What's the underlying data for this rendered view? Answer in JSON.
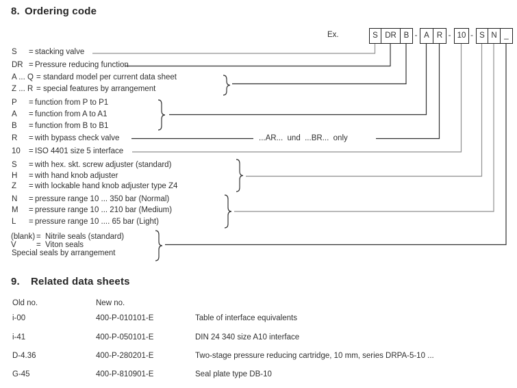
{
  "colors": {
    "line_dark": "#2f2f2f",
    "line_gray": "#8f8f8f",
    "box_border": "#1f1f1f",
    "text": "#2e2e2e"
  },
  "section8": {
    "number": "8.",
    "title": "Ordering code",
    "example_label": "Ex.",
    "separator": "-",
    "boxes": [
      "S",
      "DR",
      "B",
      "A",
      "R",
      "10",
      "S",
      "N",
      "_"
    ],
    "equals": "=",
    "note": "...AR...  und  ...BR...  only",
    "rows": [
      {
        "code": "S",
        "text": "stacking valve"
      },
      {
        "code": "DR",
        "text": "Pressure reducing function"
      },
      {
        "code": "A ... Q",
        "text": "standard model per current data sheet"
      },
      {
        "code": "Z ... R",
        "text": "special features by arrangement"
      },
      {
        "code": "P",
        "text": "function from P to P1"
      },
      {
        "code": "A",
        "text": "function from A to A1"
      },
      {
        "code": "B",
        "text": "function from B to B1"
      },
      {
        "code": "R",
        "text": "with bypass check valve"
      },
      {
        "code": "10",
        "text": "ISO 4401 size 5 interface"
      },
      {
        "code": "S",
        "text": "with hex. skt. screw adjuster (standard)"
      },
      {
        "code": "H",
        "text": "with hand knob adjuster"
      },
      {
        "code": "Z",
        "text": "with lockable hand knob adjuster type Z4"
      },
      {
        "code": "N",
        "text": "pressure range 10 ... 350 bar (Normal)"
      },
      {
        "code": "M",
        "text": "pressure range 10 ... 210 bar (Medium)"
      },
      {
        "code": "L",
        "text": "pressure range 10 ....  65 bar (Light)"
      },
      {
        "code": "(blank)",
        "text": "Nitrile seals (standard)"
      },
      {
        "code": "V",
        "text": "Viton seals"
      },
      {
        "code": "",
        "text": "Special seals by arrangement"
      }
    ]
  },
  "section9": {
    "number": "9.",
    "title": "Related data sheets",
    "headers": {
      "old": "Old no.",
      "new": "New no."
    },
    "rows": [
      {
        "old": "i-00",
        "new": "400-P-010101-E",
        "desc": "Table of interface equivalents"
      },
      {
        "old": "i-41",
        "new": "400-P-050101-E",
        "desc": "DIN 24 340 size A10 interface"
      },
      {
        "old": "D-4.36",
        "new": "400-P-280201-E",
        "desc": "Two-stage pressure reducing cartridge, 10 mm, series DRPA-5-10 ..."
      },
      {
        "old": "G-45",
        "new": "400-P-810901-E",
        "desc": "Seal plate type DB-10"
      }
    ]
  }
}
